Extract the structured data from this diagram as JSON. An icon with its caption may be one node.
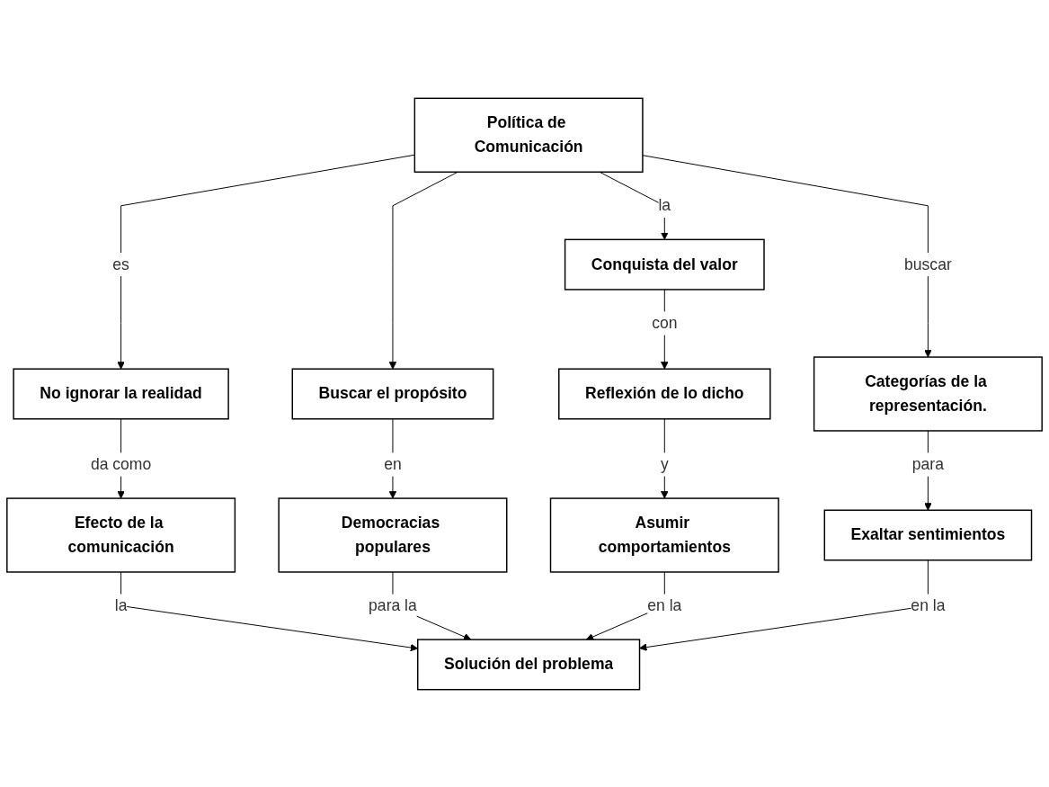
{
  "diagram": {
    "nodes": [
      {
        "text": [
          "Política de Comunicación"
        ]
      },
      {
        "text": [
          "No ignorar la realidad"
        ]
      },
      {
        "text": [
          "Buscar el propósito"
        ]
      },
      {
        "text": [
          "Conquista del valor"
        ]
      },
      {
        "text": [
          "Categorías de la representación."
        ]
      },
      {
        "text": [
          "Efecto de la comunicación"
        ]
      },
      {
        "text": [
          "Democracias populares"
        ]
      },
      {
        "text": [
          "Reflexión de lo dicho"
        ]
      },
      {
        "text": [
          "Exaltar sentimientos"
        ]
      },
      {
        "text": [
          "Asumir comportamientos"
        ]
      },
      {
        "text": [
          "Solución del problema"
        ]
      }
    ],
    "edges": [
      {
        "from": 0,
        "to": 1,
        "arrow": "to",
        "label": "es"
      },
      {
        "from": 0,
        "to": 2,
        "arrow": "to"
      },
      {
        "from": 0,
        "to": 3,
        "arrow": "to",
        "label": "la"
      },
      {
        "from": 0,
        "to": 4,
        "arrow": "to",
        "label": "buscar"
      },
      {
        "from": 1,
        "to": 5,
        "arrow": "to",
        "label": "da como"
      },
      {
        "from": 2,
        "to": 6,
        "arrow": "to",
        "label": "en"
      },
      {
        "from": 3,
        "to": 7,
        "arrow": "to",
        "label": "con"
      },
      {
        "from": 4,
        "to": 8,
        "arrow": "to",
        "label": "para"
      },
      {
        "from": 7,
        "to": 9,
        "arrow": "to",
        "label": "y"
      },
      {
        "from": 5,
        "to": 10,
        "arrow": "to",
        "label": "la"
      },
      {
        "from": 6,
        "to": 10,
        "arrow": "to",
        "label": "para la"
      },
      {
        "from": 9,
        "to": 10,
        "arrow": "to",
        "label": "en la"
      },
      {
        "from": 8,
        "to": 10,
        "arrow": "to",
        "label": "en la"
      }
    ]
  }
}
